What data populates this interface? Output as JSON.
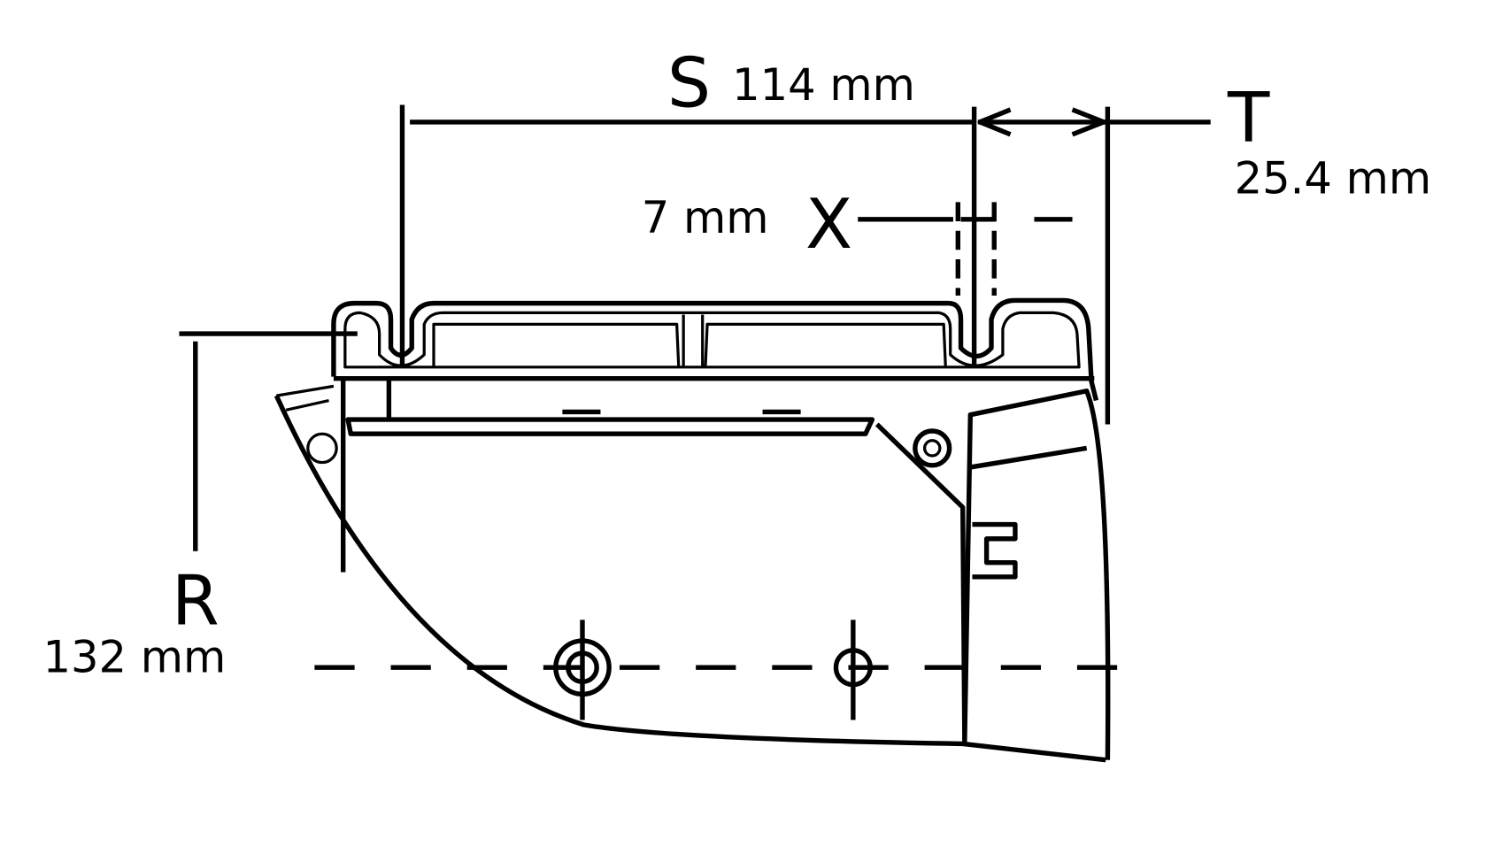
{
  "dimensions": {
    "S": {
      "letter": "S",
      "value": "114 mm"
    },
    "T": {
      "letter": "T",
      "value": "25.4 mm"
    },
    "X": {
      "letter": "X",
      "value": "7 mm"
    },
    "R": {
      "letter": "R",
      "value": "132 mm"
    }
  }
}
